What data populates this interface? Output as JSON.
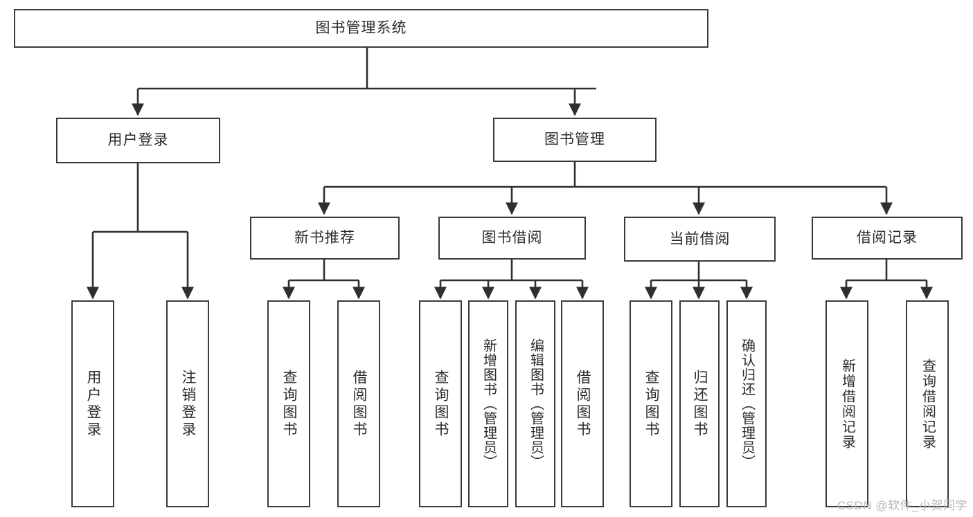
{
  "diagram": {
    "title": "图书管理系统",
    "type": "tree-hierarchy",
    "watermark": "CSDN @软件_小贺同学",
    "colors": {
      "stroke": "#3a3a3a",
      "text": "#2b2b2b",
      "background": "#ffffff",
      "watermark": "#b9b9b9"
    },
    "root": {
      "label": "图书管理系统"
    },
    "level2": [
      {
        "label": "用户登录"
      },
      {
        "label": "图书管理"
      }
    ],
    "level3": [
      {
        "label": "新书推荐"
      },
      {
        "label": "图书借阅"
      },
      {
        "label": "当前借阅"
      },
      {
        "label": "借阅记录"
      }
    ],
    "leaves": {
      "user_login": [
        {
          "label": "用户登录"
        },
        {
          "label": "注销登录"
        }
      ],
      "new_book_recommend": [
        {
          "label": "查询图书"
        },
        {
          "label": "借阅图书"
        }
      ],
      "book_borrow": [
        {
          "label": "查询图书"
        },
        {
          "label": "新增图书（管理员）"
        },
        {
          "label": "编辑图书（管理员）"
        },
        {
          "label": "借阅图书"
        }
      ],
      "current_borrow": [
        {
          "label": "查询图书"
        },
        {
          "label": "归还图书"
        },
        {
          "label": "确认归还（管理员）"
        }
      ],
      "borrow_record": [
        {
          "label": "新增借阅记录"
        },
        {
          "label": "查询借阅记录"
        }
      ]
    }
  }
}
